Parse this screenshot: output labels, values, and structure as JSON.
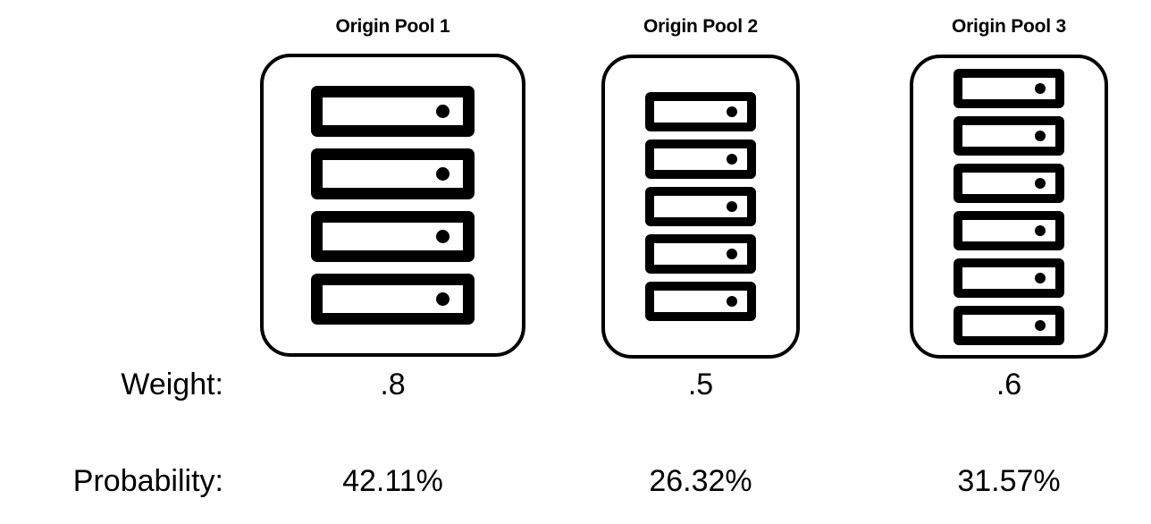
{
  "diagram": {
    "rows": {
      "weight_label": "Weight:",
      "probability_label": "Probability:"
    },
    "pools": [
      {
        "title": "Origin Pool 1",
        "server_count": 4,
        "weight": ".8",
        "probability": "42.11%",
        "server_icon": "server-rack-icon",
        "led_icon": "status-led-icon"
      },
      {
        "title": "Origin Pool 2",
        "server_count": 5,
        "weight": ".5",
        "probability": "26.32%",
        "server_icon": "server-rack-icon",
        "led_icon": "status-led-icon"
      },
      {
        "title": "Origin Pool 3",
        "server_count": 6,
        "weight": ".6",
        "probability": "31.57%",
        "server_icon": "server-rack-icon",
        "led_icon": "status-led-icon"
      }
    ],
    "colors": {
      "stroke": "#000000",
      "background": "#ffffff"
    }
  }
}
